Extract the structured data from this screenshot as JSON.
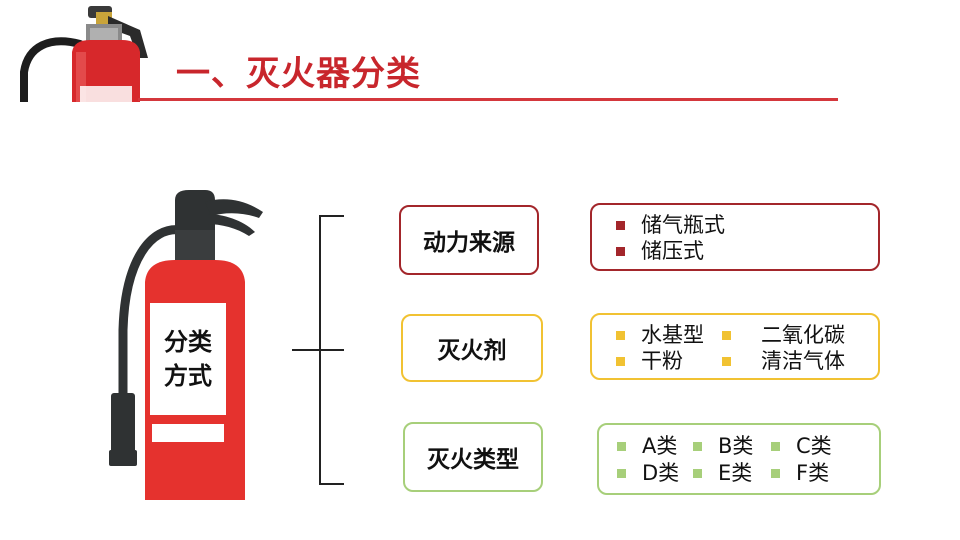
{
  "title": "一、灭火器分类",
  "extinguisher_label": [
    "分类",
    "方式"
  ],
  "categories": [
    {
      "label": "动力来源",
      "items": [
        "储气瓶式",
        "储压式"
      ]
    },
    {
      "label": "灭火剂",
      "items": [
        "水基型",
        "二氧化碳",
        "干粉",
        "清洁气体"
      ]
    },
    {
      "label": "灭火类型",
      "items": [
        "A类",
        "B类",
        "C类",
        "D类",
        "E类",
        "F类"
      ]
    }
  ],
  "colors": {
    "title": "#c8262c",
    "extinguisher_red": "#e5322e",
    "extinguisher_dark": "#2f3233",
    "power_source_border": "#a3262b",
    "agent_border": "#f1c232",
    "fire_type_border": "#a7cf7a"
  },
  "icons": [
    "fire-extinguisher-photo-icon",
    "fire-extinguisher-icon"
  ]
}
